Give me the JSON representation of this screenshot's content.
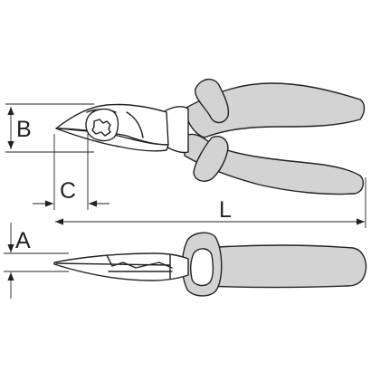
{
  "diagram": {
    "labels": {
      "B": "B",
      "C": "C",
      "L": "L",
      "A": "A"
    },
    "colors": {
      "handle_fill": "#d3d3d3",
      "outline": "#222222",
      "background": "#ffffff"
    }
  }
}
